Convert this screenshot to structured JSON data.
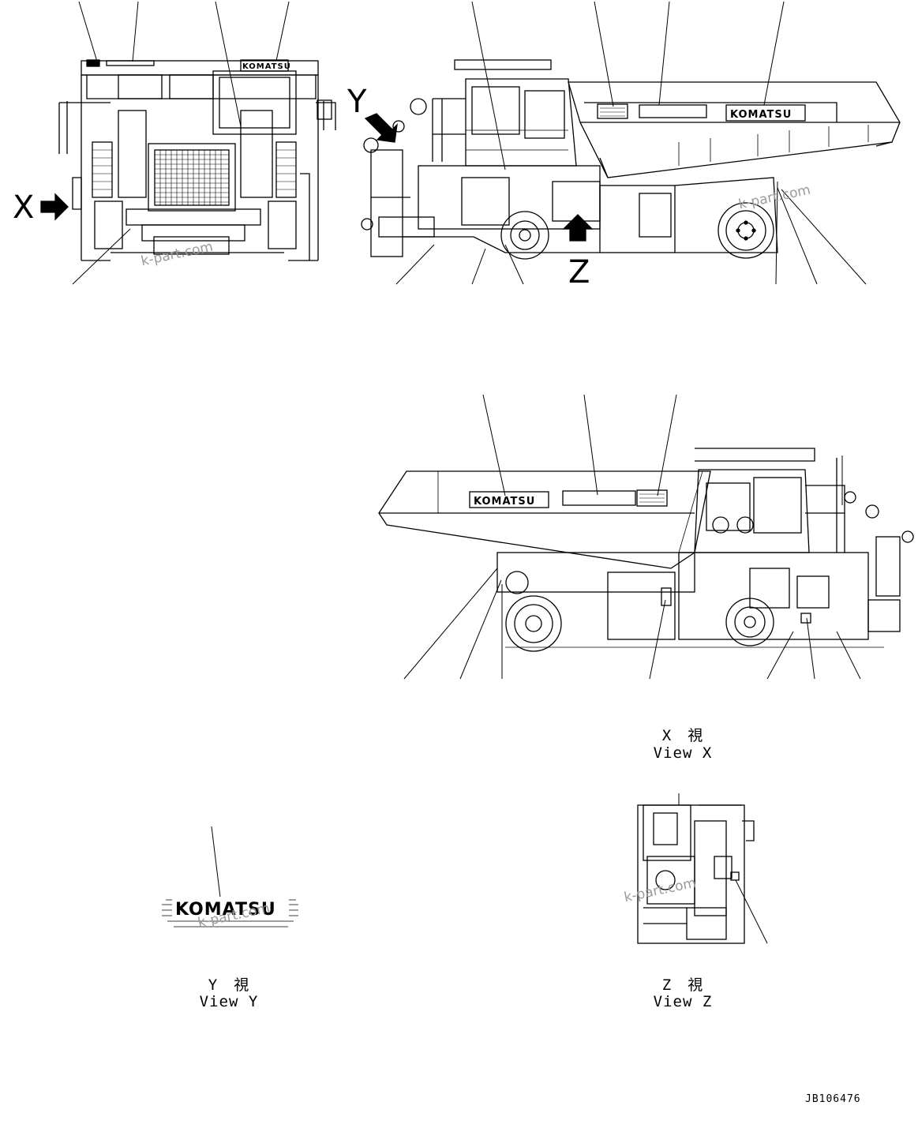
{
  "view_markers": {
    "x": "X",
    "y": "Y",
    "z": "Z"
  },
  "brand": "KOMATSU",
  "captions": {
    "view_x": {
      "kanji": "X　視",
      "english": "View X"
    },
    "view_y": {
      "kanji": "Y　視",
      "english": "View Y"
    },
    "view_z": {
      "kanji": "Z　視",
      "english": "View Z"
    }
  },
  "watermark": "k-part.com",
  "drawing_code": "JB106476",
  "colors": {
    "line": "#000000",
    "watermark": "#9a9a9a",
    "background": "#ffffff"
  }
}
